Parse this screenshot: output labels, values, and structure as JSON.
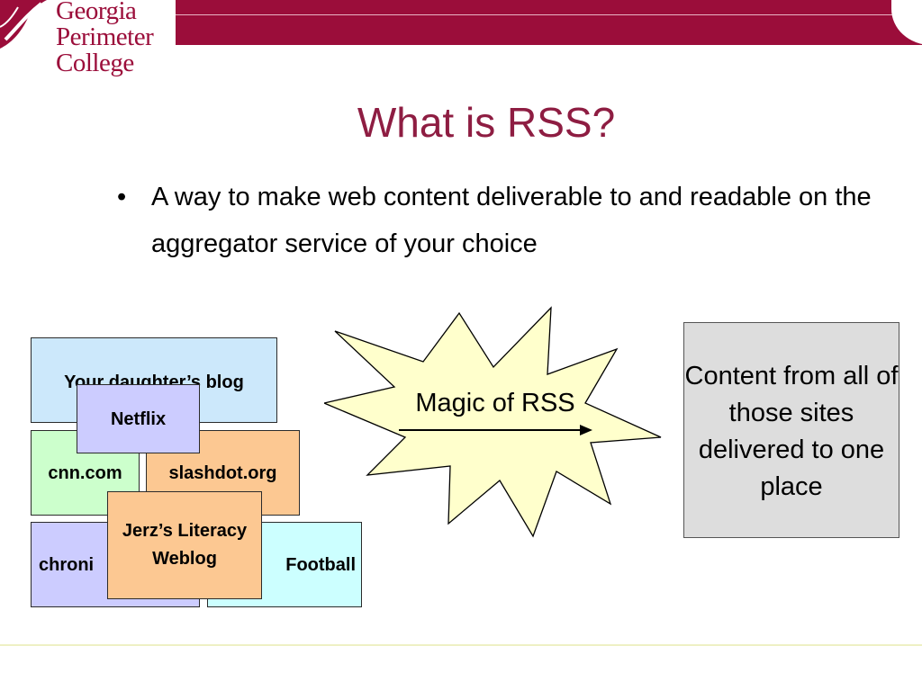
{
  "logo": {
    "line1": "Georgia",
    "line2": "Perimeter",
    "line3": "College",
    "color": "#9b0d3a"
  },
  "slide": {
    "title": "What is RSS?",
    "bullet_marker": "•",
    "bullet": "A way to make web content deliverable to and readable on the aggregator service of your choice"
  },
  "sources": {
    "blog": "Your daughter’s blog",
    "netflix": "Netflix",
    "cnn": "cnn.com",
    "slashdot": "slashdot.org",
    "chronicle": "chroni",
    "jerz": "Jerz’s Literacy Weblog",
    "football": "Football"
  },
  "magic": {
    "label": "Magic of RSS"
  },
  "result": {
    "text": "Content from all of those sites delivered to one place"
  },
  "colors": {
    "header_band": "#9b0d3a",
    "title": "#8e1d42",
    "star_fill": "#ffffcc",
    "blog_box": "#cce8fb",
    "green_box": "#ccffcc",
    "orange_box": "#fcc892",
    "purple_box": "#ccccff",
    "cyan_box": "#ccffff",
    "result_box": "#dddddd"
  }
}
